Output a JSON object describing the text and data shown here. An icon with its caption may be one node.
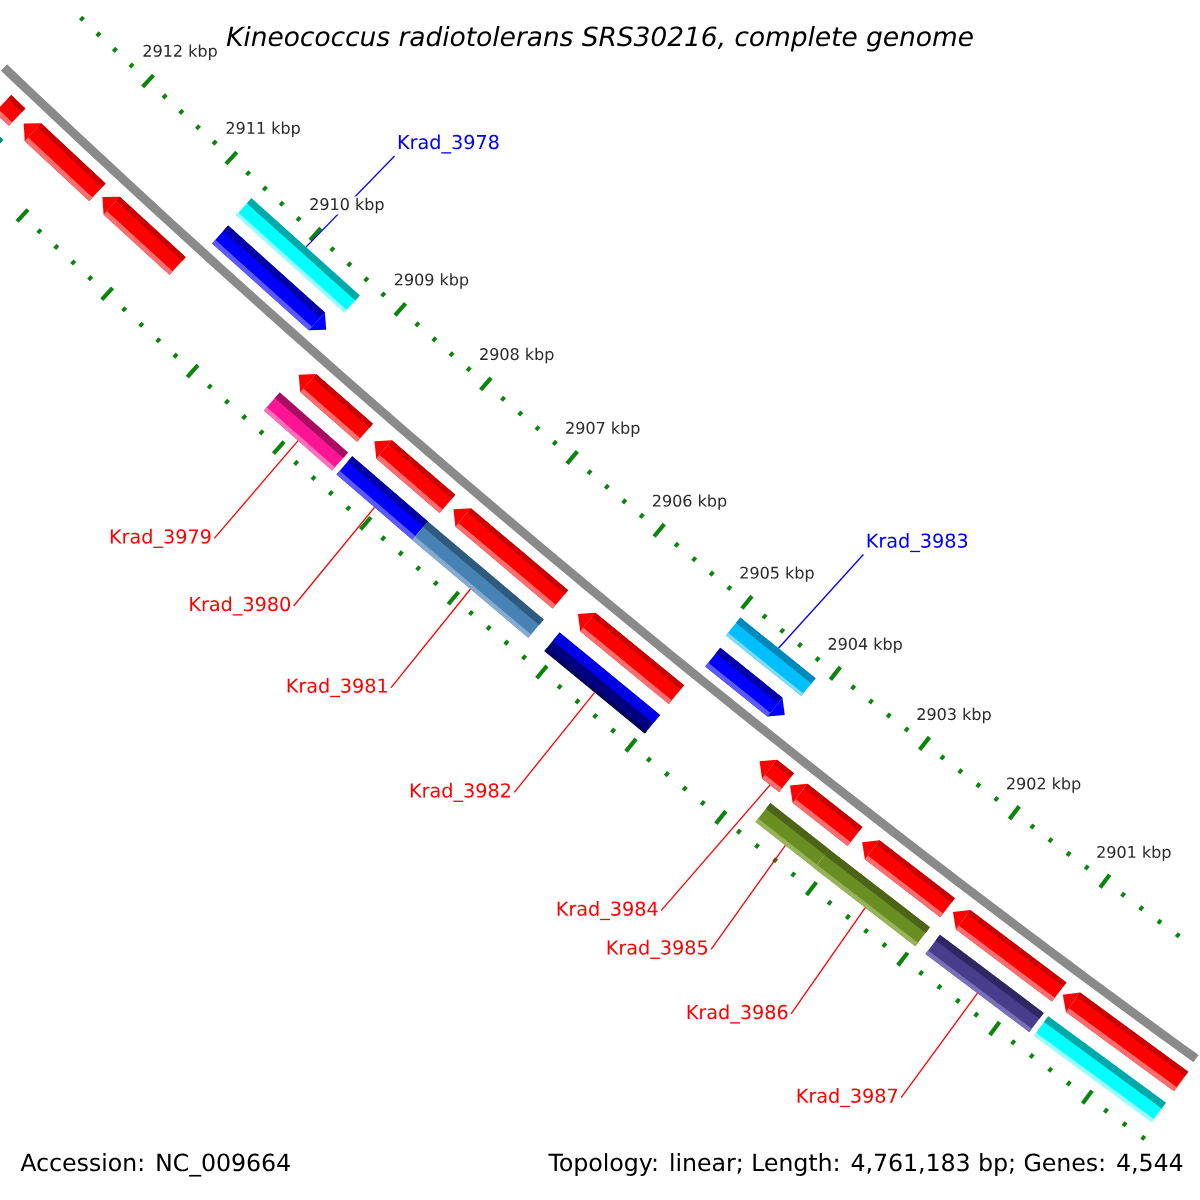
{
  "diagram": {
    "title": "Kineococcus radiotolerans SRS30216, complete genome",
    "nodes": [
      {
        "text": [
          "Krad_3978"
        ]
      },
      {
        "text": [],
        "shape": "bar"
      },
      {
        "text": [
          "Krad_3979"
        ]
      },
      {
        "text": [],
        "shape": "bar"
      },
      {
        "text": [
          "Krad_3980"
        ]
      },
      {
        "text": [],
        "shape": "bar"
      },
      {
        "text": [
          "Krad_3981"
        ]
      },
      {
        "text": [],
        "shape": "bar"
      },
      {
        "text": [
          "Krad_3982"
        ]
      },
      {
        "text": [],
        "shape": "bar"
      },
      {
        "text": [
          "Krad_3983"
        ]
      },
      {
        "text": [],
        "shape": "bar"
      },
      {
        "text": [
          "Krad_3984"
        ]
      },
      {
        "text": [],
        "shape": "pentagon"
      },
      {
        "text": [
          "Krad_3985"
        ]
      },
      {
        "text": [],
        "shape": "bar"
      },
      {
        "text": [
          "Krad_3986"
        ]
      },
      {
        "text": [],
        "shape": "bar"
      },
      {
        "text": [
          "Krad_3987"
        ]
      },
      {
        "text": [],
        "shape": "bar"
      },
      {
        "text": [],
        "shape": "bar"
      },
      {
        "text": [],
        "shape": "pentagon"
      },
      {
        "text": [],
        "shape": "pentagon"
      },
      {
        "text": [],
        "shape": "pentagon"
      },
      {
        "text": [],
        "shape": "pentagon"
      },
      {
        "text": [],
        "shape": "pentagon"
      },
      {
        "text": [],
        "shape": "pentagon"
      },
      {
        "text": [],
        "shape": "pentagon"
      },
      {
        "text": [],
        "shape": "pentagon"
      },
      {
        "text": [],
        "shape": "pentagon"
      },
      {
        "text": [],
        "shape": "pentagon"
      },
      {
        "text": [],
        "shape": "pentagon"
      },
      {
        "text": [],
        "shape": "pentagon"
      },
      {
        "text": [],
        "shape": "bar"
      }
    ],
    "edges": [
      {
        "from": 0,
        "to": 1,
        "arrow": "none",
        "color": "#0000ff"
      },
      {
        "from": 2,
        "to": 3,
        "arrow": "none"
      },
      {
        "from": 4,
        "to": 5,
        "arrow": "none"
      },
      {
        "from": 6,
        "to": 7,
        "arrow": "none"
      },
      {
        "from": 8,
        "to": 9,
        "arrow": "none"
      },
      {
        "from": 10,
        "to": 11,
        "arrow": "none",
        "color": "#0000ff"
      },
      {
        "from": 12,
        "to": 13,
        "arrow": "none"
      },
      {
        "from": 14,
        "to": 15,
        "arrow": "none"
      },
      {
        "from": 16,
        "to": 17,
        "arrow": "none"
      },
      {
        "from": 18,
        "to": 19,
        "arrow": "none"
      }
    ],
    "labels": [
      "2912 kbp",
      "2911 kbp",
      "2910 kbp",
      "2909 kbp",
      "2908 kbp",
      "2907 kbp",
      "2906 kbp",
      "2905 kbp",
      "2904 kbp",
      "2903 kbp",
      "2902 kbp",
      "2901 kbp",
      "Accession: NC_009664",
      "Topology: linear; Length: 4,761,183 bp; Genes: 4,544"
    ]
  }
}
